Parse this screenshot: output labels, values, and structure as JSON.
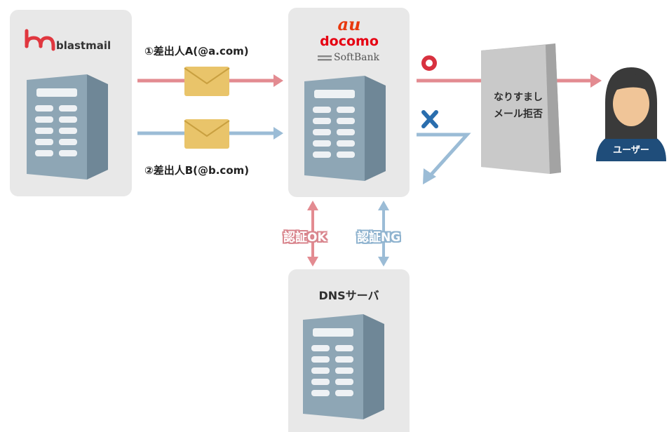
{
  "sender_service": {
    "logo_text": "blastmail"
  },
  "mail_a": {
    "label": "①差出人A(@a.com)"
  },
  "mail_b": {
    "label": "②差出人B(@b.com)"
  },
  "carriers": {
    "au": "au",
    "docomo": "docomo",
    "softbank": "SoftBank"
  },
  "filter": {
    "line1": "なりすまし",
    "line2": "メール拒否"
  },
  "user": {
    "label": "ユーザー"
  },
  "dns": {
    "title": "DNSサーバ"
  },
  "auth": {
    "ok": "認証OK",
    "ng": "認証NG"
  },
  "colors": {
    "accept": "#e38b91",
    "reject": "#9bbcd6",
    "ok_mark": "#d8313f",
    "ng_mark": "#2a6eae",
    "envelope": "#e9c46a",
    "server": "#8ea6b5",
    "user_shirt": "#1f4d7a"
  },
  "icons": [
    "blastmail-logo-icon",
    "server-icon",
    "envelope-icon",
    "circle-ok-icon",
    "cross-ng-icon",
    "user-avatar-icon"
  ]
}
